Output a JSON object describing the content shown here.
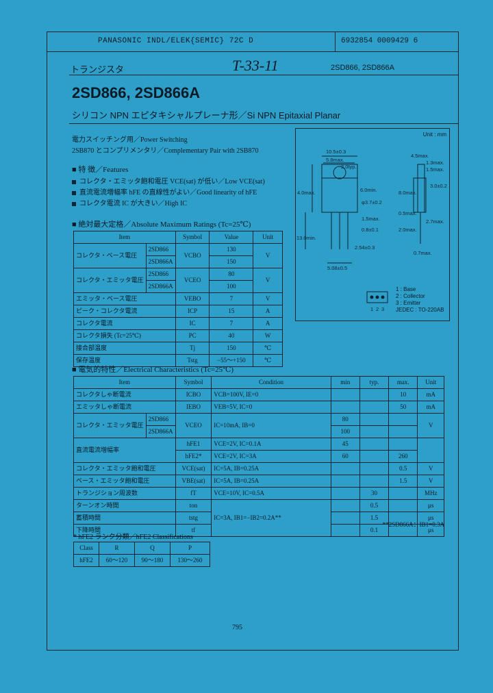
{
  "header": {
    "banner": "PANASONIC INDL/ELEK{SEMIC} 72C D",
    "code": "6932854 0009429 6",
    "category": "トランジスタ",
    "handwritten": "T-33-11",
    "models": "2SD866, 2SD866A"
  },
  "title": "2SD866, 2SD866A",
  "subtitle": "シリコン NPN エピタキシャルプレーナ形／Si NPN Epitaxial Planar",
  "application": "電力スイッチング用／Power Switching",
  "complementary": "2SB870 とコンプリメンタリ／Complementary Pair with 2SB870",
  "features": {
    "heading": "■ 特 徴／Features",
    "items": [
      "コレクタ・エミッタ飽和電圧 VCE(sat) が低い／Low VCE(sat)",
      "直流電流増幅率 hFE の直線性がよい／Good linearity of hFE",
      "コレクタ電流 IC が大きい／High IC"
    ]
  },
  "abs_max": {
    "heading": "■ 絶対最大定格／Absolute Maximum Ratings (Tc=25℃)",
    "columns": [
      "Item",
      "Symbol",
      "Value",
      "Unit"
    ],
    "rows": [
      {
        "item": "コレクタ・ベース電圧",
        "sub": "2SD866",
        "symbol": "VCBO",
        "value": "130",
        "unit": "V"
      },
      {
        "item": "",
        "sub": "2SD866A",
        "symbol": "",
        "value": "150",
        "unit": ""
      },
      {
        "item": "コレクタ・エミッタ電圧",
        "sub": "2SD866",
        "symbol": "VCEO",
        "value": "80",
        "unit": "V"
      },
      {
        "item": "",
        "sub": "2SD866A",
        "symbol": "",
        "value": "100",
        "unit": ""
      },
      {
        "item": "エミッタ・ベース電圧",
        "sub": "",
        "symbol": "VEBO",
        "value": "7",
        "unit": "V"
      },
      {
        "item": "ピーク・コレクタ電流",
        "sub": "",
        "symbol": "ICP",
        "value": "15",
        "unit": "A"
      },
      {
        "item": "コレクタ電流",
        "sub": "",
        "symbol": "IC",
        "value": "7",
        "unit": "A"
      },
      {
        "item": "コレクタ損失 (Tc=25℃)",
        "sub": "",
        "symbol": "PC",
        "value": "40",
        "unit": "W"
      },
      {
        "item": "接合部温度",
        "sub": "",
        "symbol": "Tj",
        "value": "150",
        "unit": "℃"
      },
      {
        "item": "保存温度",
        "sub": "",
        "symbol": "Tstg",
        "value": "−55～+150",
        "unit": "℃"
      }
    ]
  },
  "elec": {
    "heading": "■ 電気的特性／Electrical Characteristics (Tc=25℃)",
    "columns": [
      "Item",
      "Symbol",
      "Condition",
      "min",
      "typ.",
      "max.",
      "Unit"
    ],
    "rows": [
      {
        "item": "コレクタしゃ断電流",
        "sub": "",
        "symbol": "ICBO",
        "cond": "VCB=100V, IE=0",
        "min": "",
        "typ": "",
        "max": "10",
        "unit": "mA"
      },
      {
        "item": "エミッタしゃ断電流",
        "sub": "",
        "symbol": "IEBO",
        "cond": "VEB=5V, IC=0",
        "min": "",
        "typ": "",
        "max": "50",
        "unit": "mA"
      },
      {
        "item": "コレクタ・エミッタ電圧",
        "sub": "2SD866",
        "symbol": "VCEO",
        "cond": "IC=10mA, IB=0",
        "min": "80",
        "typ": "",
        "max": "",
        "unit": "V"
      },
      {
        "item": "",
        "sub": "2SD866A",
        "symbol": "",
        "cond": "",
        "min": "100",
        "typ": "",
        "max": "",
        "unit": ""
      },
      {
        "item": "直流電流増幅率",
        "sub": "",
        "symbol": "hFE1",
        "cond": "VCE=2V, IC=0.1A",
        "min": "45",
        "typ": "",
        "max": "",
        "unit": ""
      },
      {
        "item": "",
        "sub": "",
        "symbol": "hFE2*",
        "cond": "VCE=2V, IC=3A",
        "min": "60",
        "typ": "",
        "max": "260",
        "unit": ""
      },
      {
        "item": "コレクタ・エミッタ飽和電圧",
        "sub": "",
        "symbol": "VCE(sat)",
        "cond": "IC=5A, IB=0.25A",
        "min": "",
        "typ": "",
        "max": "0.5",
        "unit": "V"
      },
      {
        "item": "ベース・エミッタ飽和電圧",
        "sub": "",
        "symbol": "VBE(sat)",
        "cond": "IC=5A, IB=0.25A",
        "min": "",
        "typ": "",
        "max": "1.5",
        "unit": "V"
      },
      {
        "item": "トランジション周波数",
        "sub": "",
        "symbol": "fT",
        "cond": "VCE=10V, IC=0.5A",
        "min": "",
        "typ": "30",
        "max": "",
        "unit": "MHz"
      },
      {
        "item": "ターンオン時間",
        "sub": "",
        "symbol": "ton",
        "cond": "IC=3A, IB1=−IB2=0.2A**",
        "min": "",
        "typ": "0.5",
        "max": "",
        "unit": "μs"
      },
      {
        "item": "蓄積時間",
        "sub": "",
        "symbol": "tstg",
        "cond": "",
        "min": "",
        "typ": "1.5",
        "max": "",
        "unit": "μs"
      },
      {
        "item": "下降時間",
        "sub": "",
        "symbol": "tf",
        "cond": "",
        "min": "",
        "typ": "0.1",
        "max": "",
        "unit": "μs"
      }
    ],
    "footnote": "**2SD866A：IB1=0.3A"
  },
  "classification": {
    "heading": "* hFE2 ランク分類／hFE2 Classifications",
    "columns": [
      "Class",
      "R",
      "Q",
      "P"
    ],
    "row_label": "hFE2",
    "values": [
      "60～120",
      "90～180",
      "130～260"
    ]
  },
  "package": {
    "unit": "Unit : mm",
    "dims": [
      "10.5±0.3",
      "5.8max.",
      "2.0typ.",
      "4.0max.",
      "6.0min.",
      "13.0min.",
      "φ3.7±0.2",
      "1.5max.",
      "0.8±0.1",
      "2.54±0.3",
      "5.08±0.5",
      "0.5max.",
      "2.7max.",
      "0.7max.",
      "4.5max.",
      "1.3max.",
      "1.5max.",
      "3.0±0.2",
      "2.0max.",
      "8.0max."
    ],
    "pins": [
      "1",
      "2",
      "3"
    ],
    "legend": [
      "1 : Base",
      "2 : Collector",
      "3 : Emitter",
      "JEDEC : TO-220AB"
    ]
  },
  "page_number": "795"
}
